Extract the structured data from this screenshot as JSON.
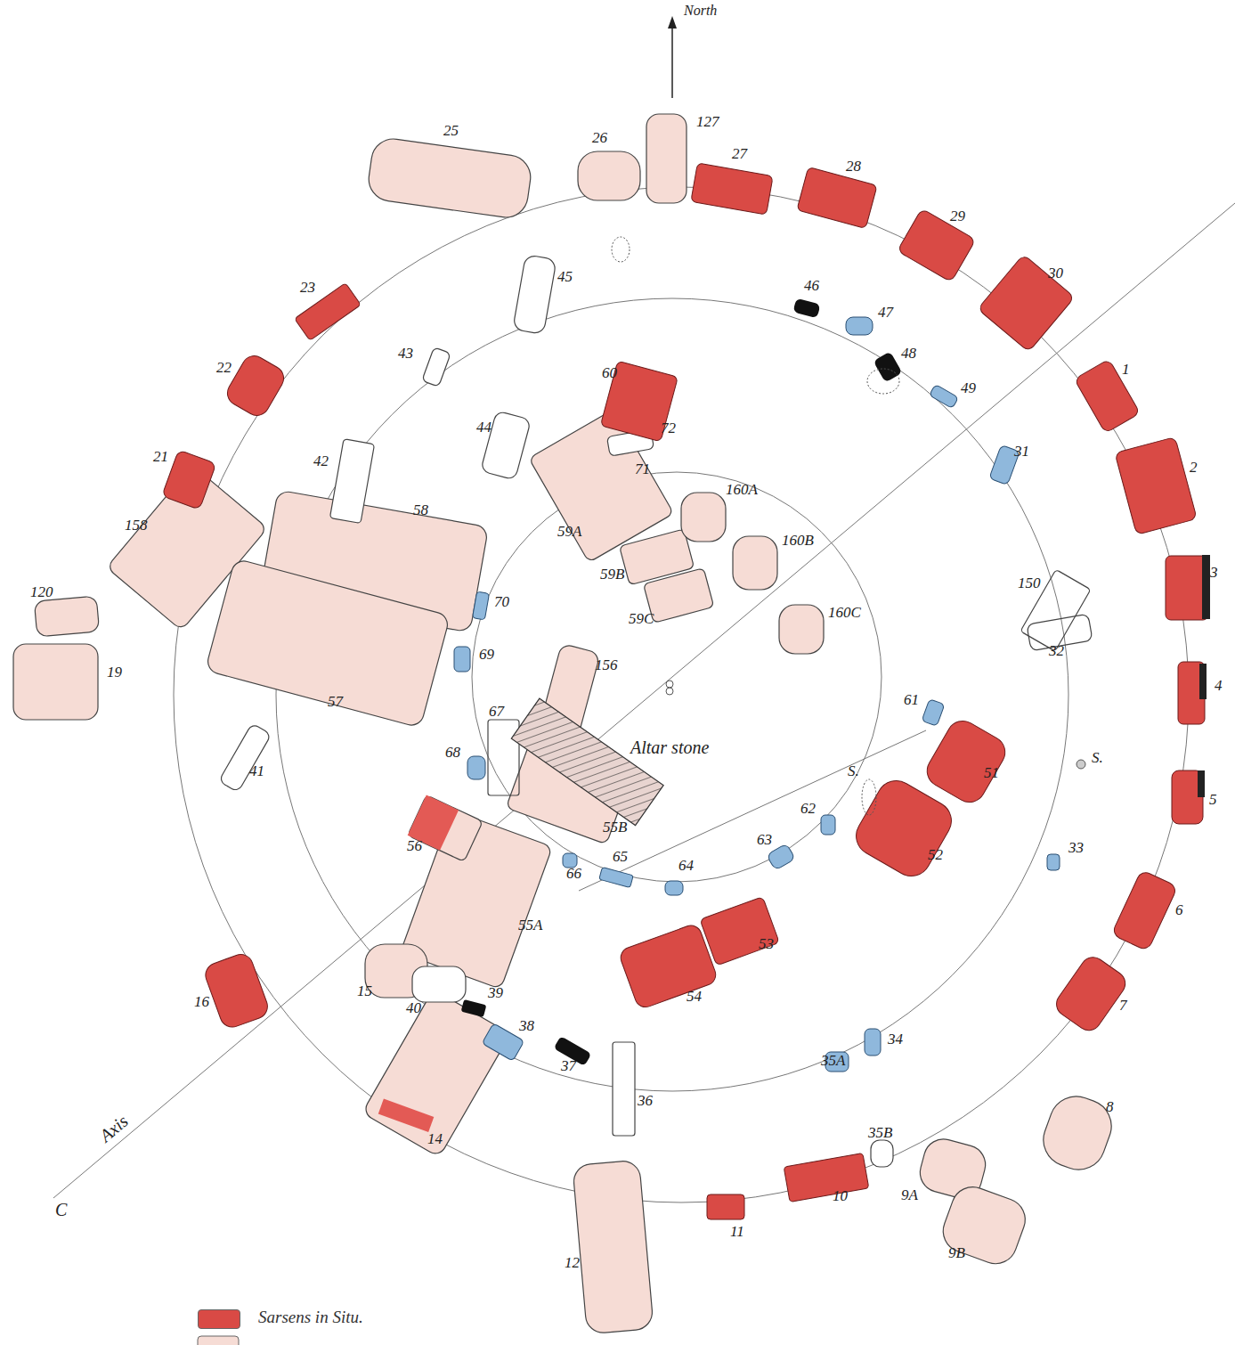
{
  "diagram": {
    "labels": [
      "North",
      "127",
      "25",
      "26",
      "27",
      "28",
      "29",
      "23",
      "45",
      "46",
      "47",
      "30",
      "43",
      "48",
      "49",
      "1",
      "22",
      "60",
      "72",
      "44",
      "71",
      "31",
      "2",
      "21",
      "42",
      "58",
      "160A",
      "158",
      "59A",
      "160B",
      "59B",
      "150",
      "3",
      "120",
      "70",
      "59C",
      "160C",
      "32",
      "69",
      "156",
      "19",
      "57",
      "61",
      "4",
      "67",
      "Altar stone",
      "68",
      "41",
      "S.",
      "S.",
      "51",
      "5",
      "62",
      "55B",
      "56",
      "63",
      "65",
      "64",
      "52",
      "33",
      "66",
      "55A",
      "6",
      "53",
      "15",
      "16",
      "54",
      "39",
      "40",
      "7",
      "38",
      "34",
      "37",
      "35A",
      "36",
      "8",
      "14",
      "35B",
      "Axis",
      "9A",
      "10",
      "C",
      "11",
      "9B",
      "12"
    ],
    "legend": [
      {
        "text": "Sarsens in Situ.",
        "color": "#d94a45"
      }
    ]
  }
}
